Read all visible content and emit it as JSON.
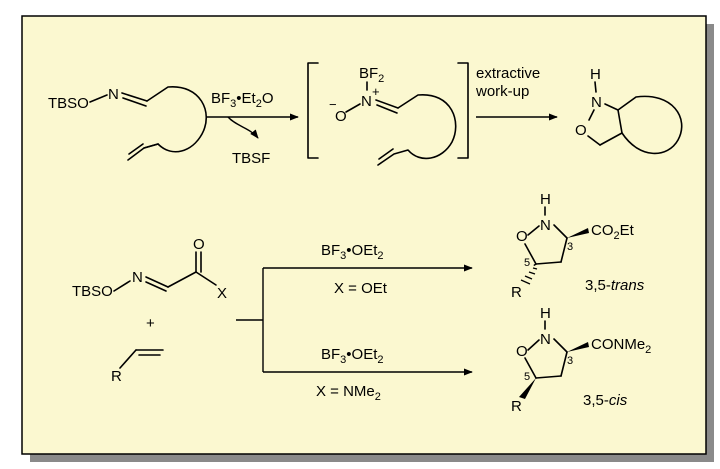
{
  "frame": {
    "fill": "#fbf8d0",
    "shadow": "#8a8a8a",
    "border": "#000000"
  },
  "top": {
    "r1_group": "TBSO",
    "r1_N": "N",
    "reagent_pre": "BF",
    "reagent_sub": "3",
    "reagent_dot": "•Et",
    "reagent_sub2": "2",
    "reagent_post": "O",
    "byproduct": "TBSF",
    "int_BF": "BF",
    "int_BF_sub": "2",
    "int_N": "N",
    "int_plus": "+",
    "int_Ominus": "−",
    "int_O": "O",
    "workup_line1": "extractive",
    "workup_line2": "work-up",
    "prod_H": "H",
    "prod_N": "N",
    "prod_O": "O"
  },
  "bottom": {
    "sm_group": "TBSO",
    "sm_N": "N",
    "sm_O": "O",
    "sm_X": "X",
    "plus": "+",
    "alkene_R": "R",
    "upper_reagent_pre": "BF",
    "upper_reagent_sub": "3",
    "upper_reagent_dot": "•OEt",
    "upper_reagent_sub2": "2",
    "upper_condition": "X = OEt",
    "lower_reagent_pre": "BF",
    "lower_reagent_sub": "3",
    "lower_reagent_dot": "•OEt",
    "lower_reagent_sub2": "2",
    "lower_condition_pre": "X = NMe",
    "lower_condition_sub": "2",
    "trans_H": "H",
    "trans_N": "N",
    "trans_O": "O",
    "trans_pos3": "3",
    "trans_pos5": "5",
    "trans_R": "R",
    "trans_sub_pre": "CO",
    "trans_sub_sub": "2",
    "trans_sub_post": "Et",
    "trans_label_pre": "3,5-",
    "trans_label_it": "trans",
    "cis_H": "H",
    "cis_N": "N",
    "cis_O": "O",
    "cis_pos3": "3",
    "cis_pos5": "5",
    "cis_R": "R",
    "cis_sub_pre": "CONMe",
    "cis_sub_sub": "2",
    "cis_label_pre": "3,5-",
    "cis_label_it": "cis"
  }
}
